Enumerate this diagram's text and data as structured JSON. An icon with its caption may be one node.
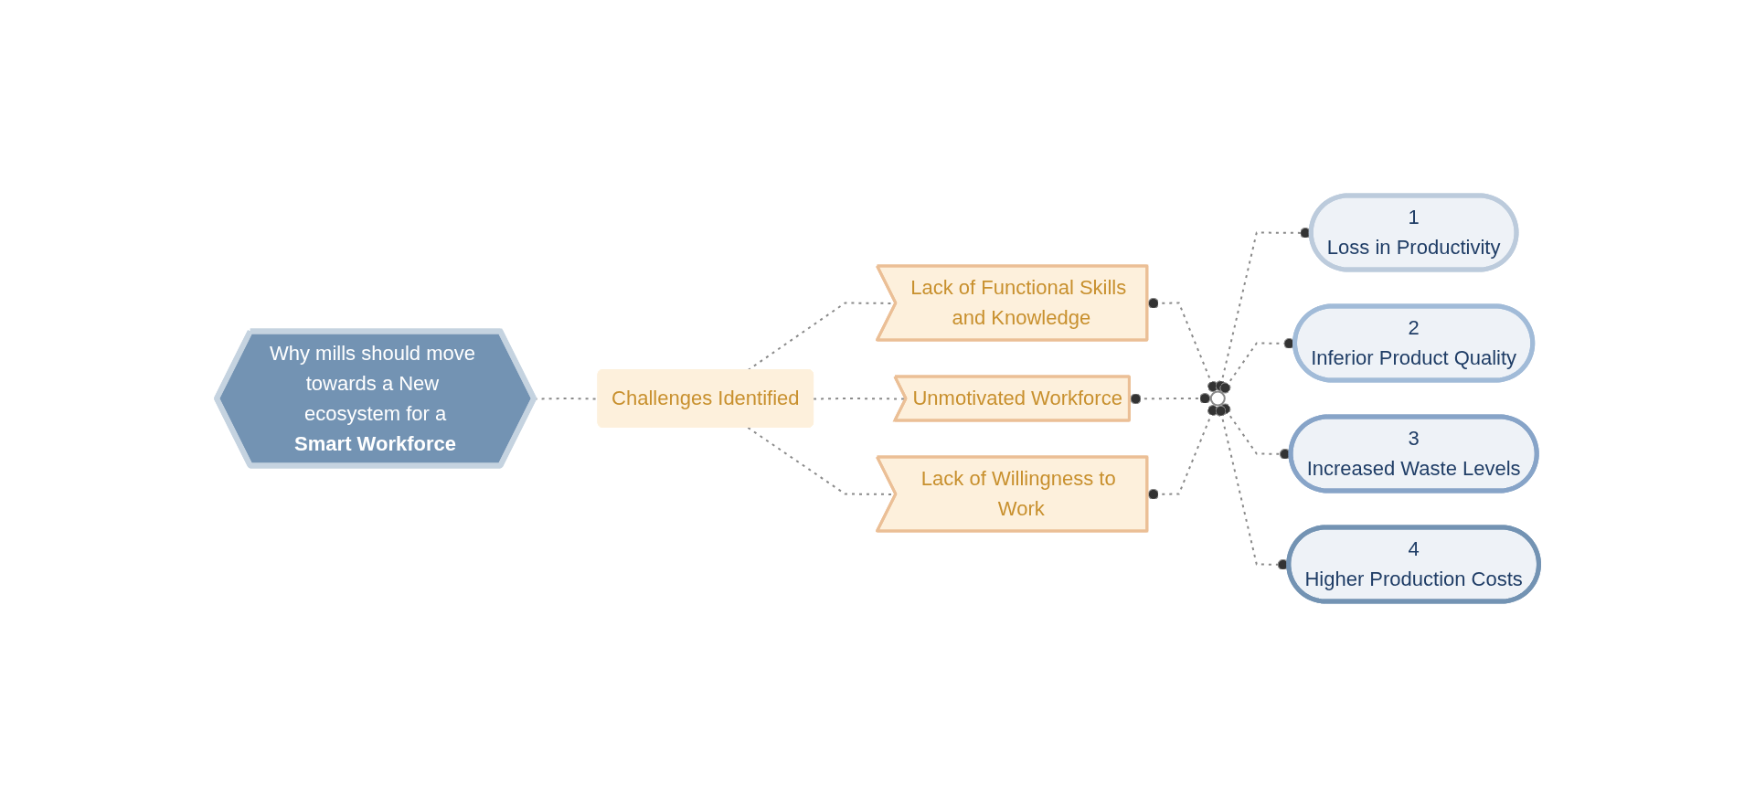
{
  "diagram": {
    "nodes": [
      {
        "text": [
          "Why mills should move towards a New ecosystem for a",
          "Smart Workforce"
        ]
      },
      {
        "text": [
          "Challenges Identified"
        ]
      },
      {
        "text": [
          "Lack of Functional Skills and Knowledge"
        ]
      },
      {
        "text": [
          "Unmotivated Workforce"
        ]
      },
      {
        "text": [
          "Lack of Willingness to Work"
        ]
      },
      {
        "text": [],
        "shape": "circle"
      },
      {
        "text": [
          "1",
          "Loss in Productivity"
        ]
      },
      {
        "text": [
          "2",
          "Inferior Product Quality"
        ]
      },
      {
        "text": [
          "3",
          "Increased Waste Levels"
        ]
      },
      {
        "text": [
          "4",
          "Higher Production Costs"
        ]
      }
    ],
    "edges": [
      {
        "from": 0,
        "to": 1,
        "arrow": "none",
        "style": "dashed"
      },
      {
        "from": 1,
        "to": 2,
        "arrow": "none",
        "style": "dashed"
      },
      {
        "from": 1,
        "to": 3,
        "arrow": "none",
        "style": "dashed"
      },
      {
        "from": 1,
        "to": 4,
        "arrow": "none",
        "style": "dashed"
      },
      {
        "from": 2,
        "to": 5,
        "arrow": "other",
        "style": "dashed"
      },
      {
        "from": 3,
        "to": 5,
        "arrow": "other",
        "style": "dashed"
      },
      {
        "from": 4,
        "to": 5,
        "arrow": "other",
        "style": "dashed"
      },
      {
        "from": 5,
        "to": 6,
        "arrow": "other",
        "style": "dashed"
      },
      {
        "from": 5,
        "to": 7,
        "arrow": "other",
        "style": "dashed"
      },
      {
        "from": 5,
        "to": 8,
        "arrow": "other",
        "style": "dashed"
      },
      {
        "from": 5,
        "to": 9,
        "arrow": "other",
        "style": "dashed"
      }
    ]
  }
}
